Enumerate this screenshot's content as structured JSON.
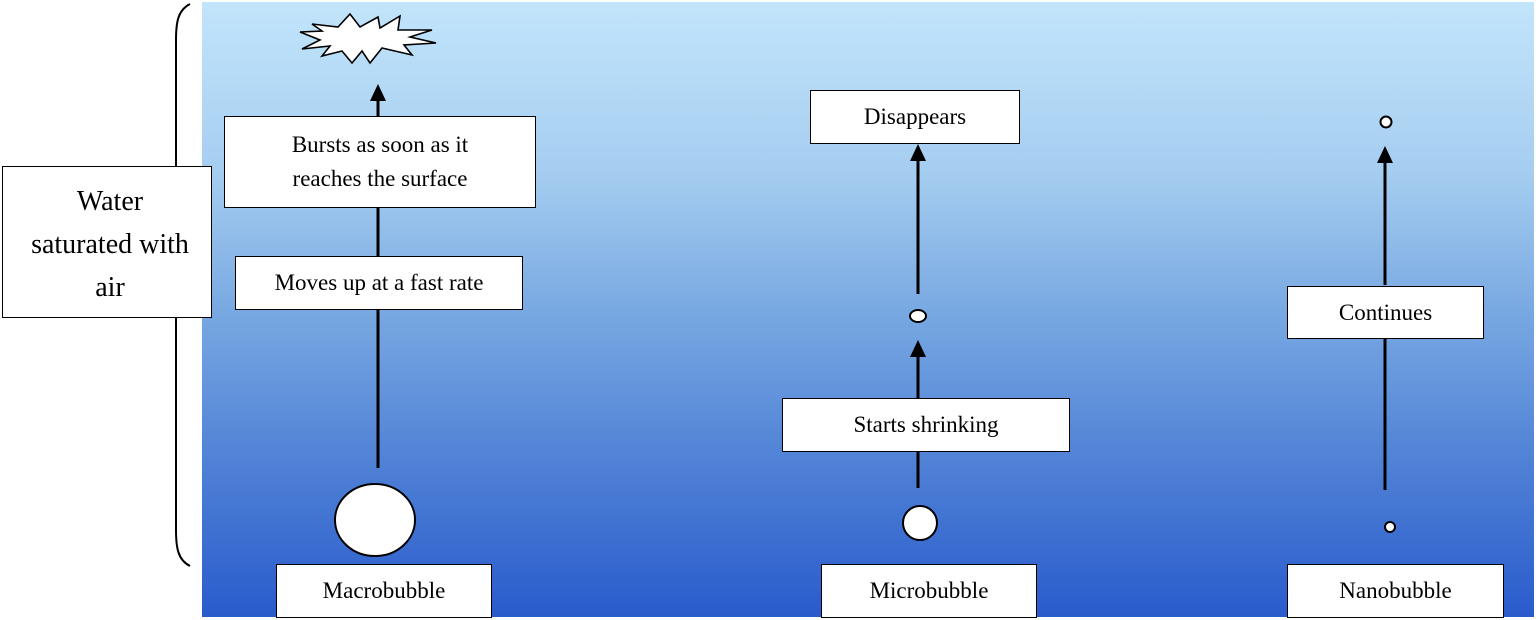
{
  "container": {
    "label": "Water saturated with air"
  },
  "columns": {
    "macro": {
      "name": "Macrobubble",
      "step1": "Moves up at a fast rate",
      "step2_line1": "Bursts as soon as it",
      "step2_line2": "reaches the surface"
    },
    "micro": {
      "name": "Microbubble",
      "step1": "Starts shrinking",
      "step2": "Disappears"
    },
    "nano": {
      "name": "Nanobubble",
      "step1": "Continues"
    }
  },
  "colors": {
    "water_top": "#c2e5fb",
    "water_bottom": "#2a5bcc",
    "box_fill": "#ffffff",
    "stroke": "#000000"
  },
  "icons": [
    "burst-icon",
    "bubble-icon",
    "arrow-icon",
    "brace-icon"
  ]
}
